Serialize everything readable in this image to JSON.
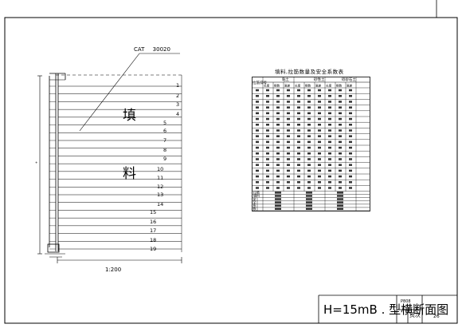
{
  "drawing": {
    "cat_label": "CAT",
    "cat_value": "30020",
    "fill_char_1": "填",
    "fill_char_2": "料",
    "layer_numbers": [
      "1",
      "2",
      "3",
      "4",
      "5",
      "6",
      "7",
      "8",
      "9",
      "10",
      "11",
      "12",
      "13",
      "14",
      "15",
      "16",
      "17",
      "18",
      "19"
    ],
    "scale": "1:200"
  },
  "table": {
    "title": "填料,拉筋数量及安全系数表",
    "header_row_label": "拉筋排号",
    "group_1": "粘土",
    "group_2": "砂性土",
    "group_3": "砾砂石土",
    "sub_cols": [
      "长度",
      "根数",
      "高差"
    ],
    "bottom_labels": [
      "拉筋",
      "填料",
      "安",
      "全",
      "系",
      "数"
    ]
  },
  "title_block": {
    "main_title": "H=15mB . 型横断面图",
    "tag": "P808",
    "page_label": "页次",
    "page_number": "26"
  }
}
